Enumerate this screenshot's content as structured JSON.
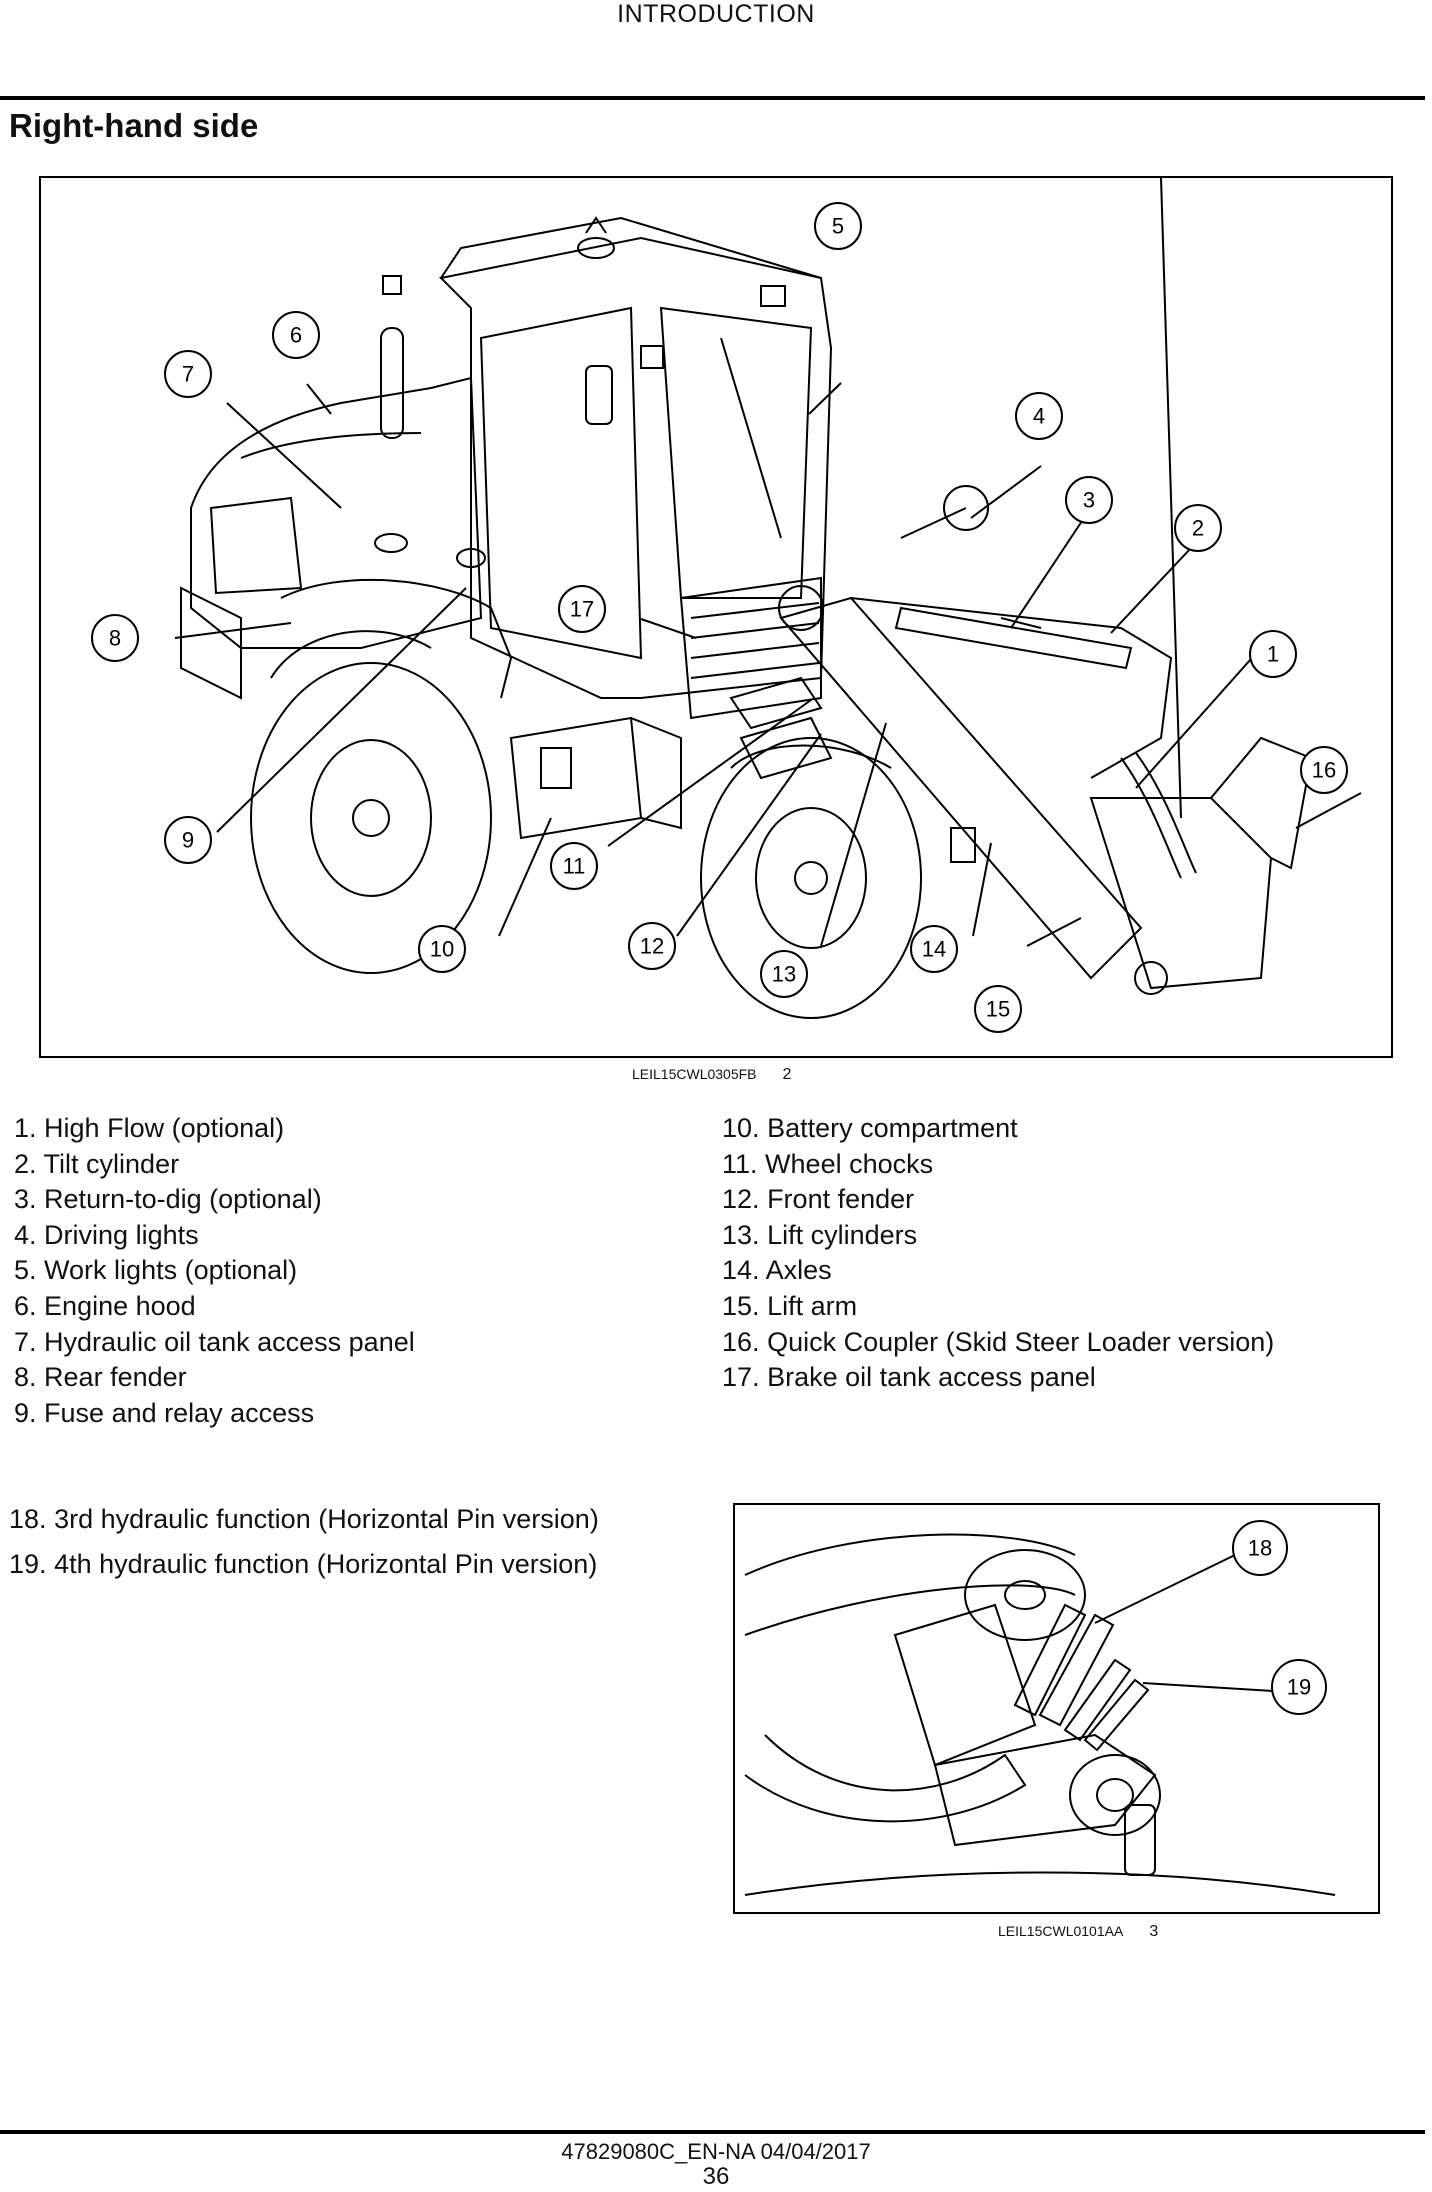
{
  "header": {
    "title": "INTRODUCTION"
  },
  "section": {
    "title": "Right-hand side"
  },
  "figure1": {
    "ref": "LEIL15CWL0305FB",
    "number": "2",
    "callouts": [
      "1",
      "2",
      "3",
      "4",
      "5",
      "6",
      "7",
      "8",
      "9",
      "10",
      "11",
      "12",
      "13",
      "14",
      "15",
      "16",
      "17"
    ]
  },
  "legend_left": [
    {
      "num": "1.",
      "text": "High Flow (optional)"
    },
    {
      "num": "2.",
      "text": "Tilt cylinder"
    },
    {
      "num": "3.",
      "text": "Return-to-dig (optional)"
    },
    {
      "num": "4.",
      "text": "Driving lights"
    },
    {
      "num": "5.",
      "text": "Work lights (optional)"
    },
    {
      "num": "6.",
      "text": "Engine hood"
    },
    {
      "num": "7.",
      "text": "Hydraulic oil tank access panel"
    },
    {
      "num": "8.",
      "text": "Rear fender"
    },
    {
      "num": "9.",
      "text": "Fuse and relay access"
    }
  ],
  "legend_right": [
    {
      "num": "10.",
      "text": "Battery compartment"
    },
    {
      "num": "11.",
      "text": "Wheel chocks"
    },
    {
      "num": "12.",
      "text": "Front fender"
    },
    {
      "num": "13.",
      "text": "Lift cylinders"
    },
    {
      "num": "14.",
      "text": "Axles"
    },
    {
      "num": "15.",
      "text": "Lift arm"
    },
    {
      "num": "16.",
      "text": "Quick Coupler (Skid Steer Loader version)"
    },
    {
      "num": "17.",
      "text": "Brake oil tank access panel"
    }
  ],
  "legend_hydraulic": [
    {
      "num": "18.",
      "text": "3rd hydraulic function (Horizontal Pin version)"
    },
    {
      "num": "19.",
      "text": "4th hydraulic function (Horizontal Pin version)"
    }
  ],
  "figure2": {
    "ref": "LEIL15CWL0101AA",
    "number": "3",
    "callouts": [
      "18",
      "19"
    ]
  },
  "footer": {
    "doc_id": "47829080C_EN-NA 04/04/2017",
    "page": "36"
  }
}
